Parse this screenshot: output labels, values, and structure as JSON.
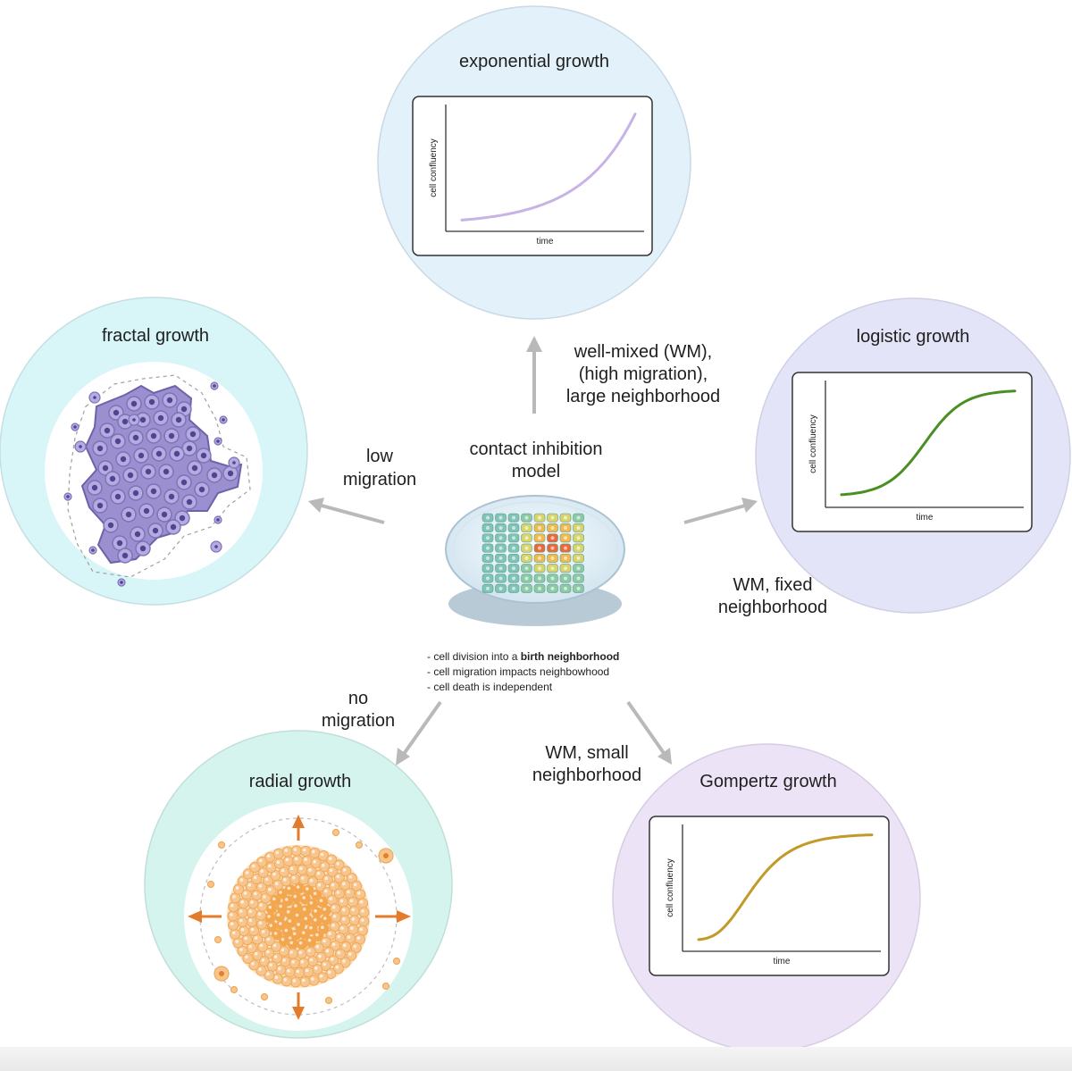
{
  "center": {
    "title_line1": "contact inhibition",
    "title_line2": "model",
    "notes": [
      {
        "prefix": "- cell division into a ",
        "bold": "birth neighborhood"
      },
      {
        "prefix": "- cell migration impacts neighbowhood",
        "bold": ""
      },
      {
        "prefix": "- cell death is independent",
        "bold": ""
      }
    ]
  },
  "nodes": {
    "exponential": {
      "title": "exponential growth",
      "color": "#e2f1fa"
    },
    "logistic": {
      "title": "logistic growth",
      "color": "#e3e4f8"
    },
    "fractal": {
      "title": "fractal growth",
      "color": "#d8f5f8"
    },
    "radial": {
      "title": "radial growth",
      "color": "#d6f4ee"
    },
    "gompertz": {
      "title": "Gompertz growth",
      "color": "#ece3f7"
    }
  },
  "edges": {
    "exponential": [
      "well-mixed (WM),",
      "(high migration),",
      "large neighborhood"
    ],
    "logistic": [
      "WM, fixed",
      "neighborhood"
    ],
    "fractal": [
      "low",
      "migration"
    ],
    "radial": [
      "no",
      "migration"
    ],
    "gompertz": [
      "WM, small",
      "neighborhood"
    ]
  },
  "plot_labels": {
    "x": "time",
    "y": "cell confluency"
  },
  "chart_data": [
    {
      "type": "line",
      "title": "exponential growth",
      "xlabel": "time",
      "ylabel": "cell confluency",
      "curve": "exponential",
      "color": "#c7b3e6"
    },
    {
      "type": "line",
      "title": "logistic growth",
      "xlabel": "time",
      "ylabel": "cell confluency",
      "curve": "logistic",
      "color": "#4a8f22"
    },
    {
      "type": "line",
      "title": "Gompertz growth",
      "xlabel": "time",
      "ylabel": "cell confluency",
      "curve": "gompertz",
      "color": "#c29a28"
    }
  ],
  "colors": {
    "arrow": "#b9b9b9",
    "fractal_cell": "#7d72b8",
    "radial_cell": "#f0a95a",
    "radial_arrow": "#e37b2b"
  }
}
